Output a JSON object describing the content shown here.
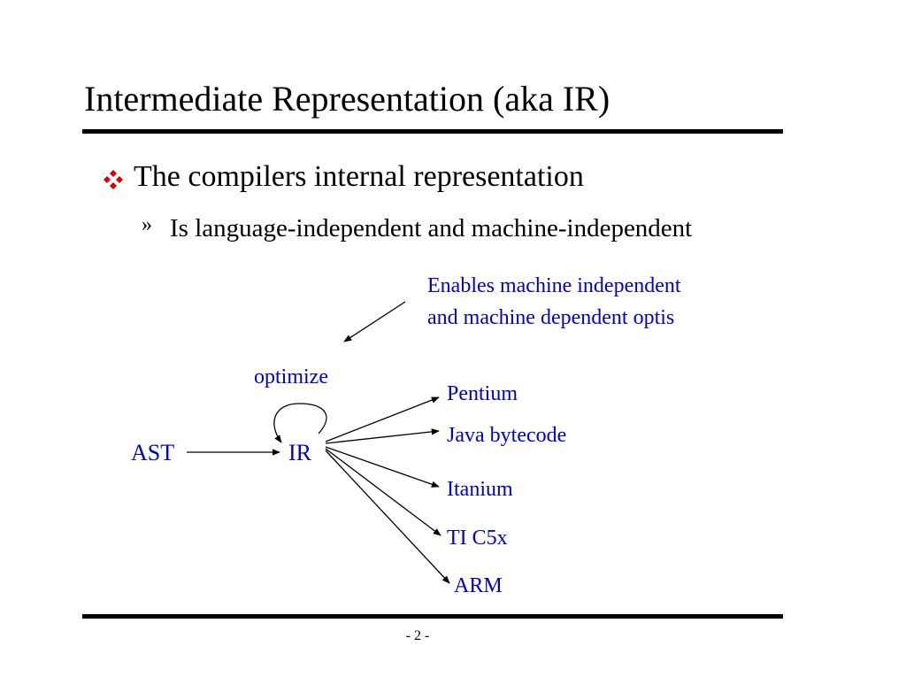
{
  "slide": {
    "title": "Intermediate Representation (aka IR)",
    "bullet_level1": "The compilers internal representation",
    "bullet_level2_marker": "»",
    "bullet_level2": "Is language-independent and machine-independent",
    "page_number": "- 2 -"
  },
  "diagram": {
    "note_line1": "Enables machine independent",
    "note_line2": "and machine dependent optis",
    "loop_label": "optimize",
    "source_node": "AST",
    "center_node": "IR",
    "targets": [
      "Pentium",
      "Java bytecode",
      "Itanium",
      "TI C5x",
      "ARM"
    ]
  },
  "colors": {
    "diagram_text": "#0000cc",
    "bullet_marker": "#cc0000",
    "rule": "#000000"
  },
  "icons": {
    "level1_bullet": "diamond-quad-bullet-icon"
  }
}
